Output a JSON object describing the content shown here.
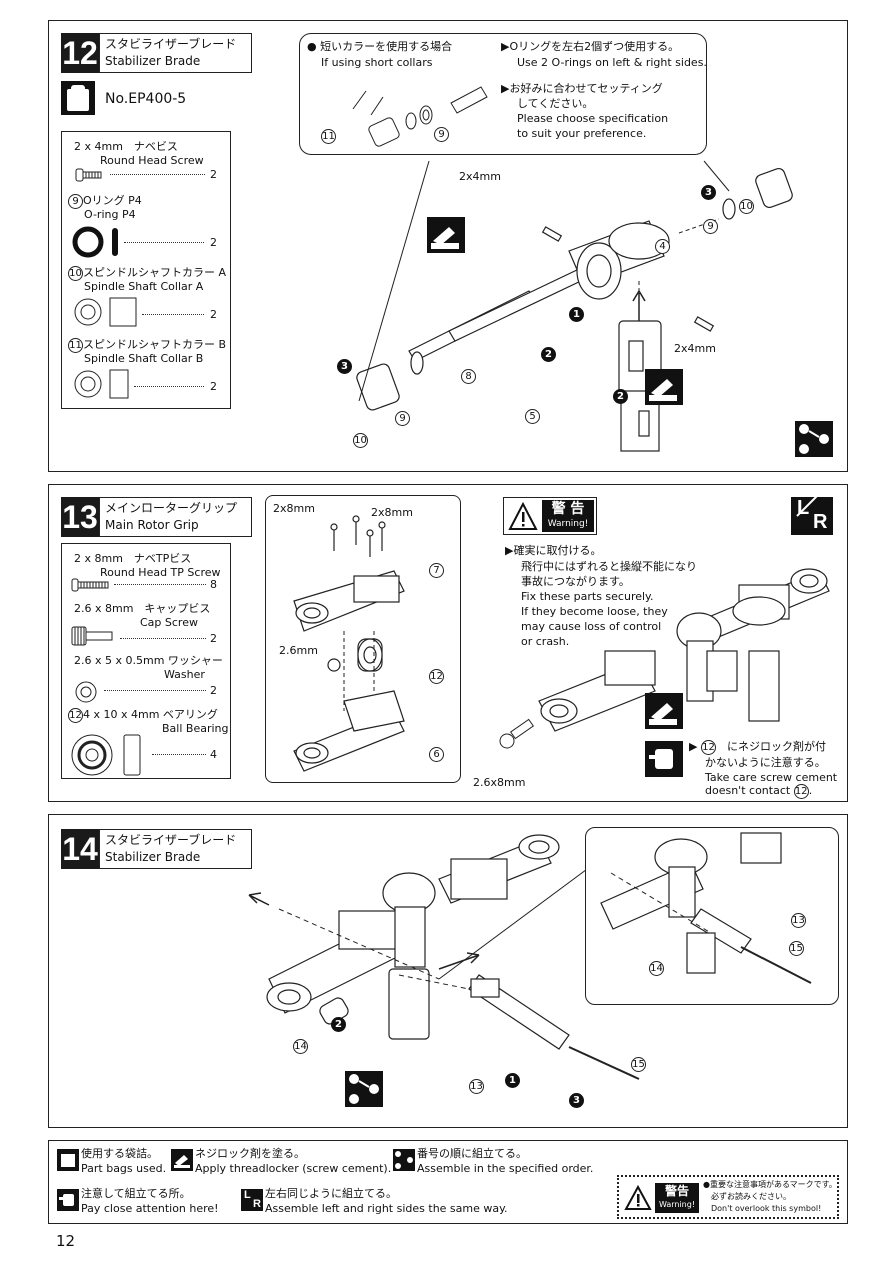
{
  "page_number": "12",
  "step12": {
    "number": "12",
    "title_jp": "スタビライザーブレード",
    "title_en": "Stabilizer Brade",
    "bag": "No.EP400-5",
    "parts": [
      {
        "label_jp": "2 x 4mm　ナベビス",
        "label_en": "Round Head Screw",
        "qty": "2"
      },
      {
        "num": "9",
        "label_jp": "Oリング P4",
        "label_en": "O-ring P4",
        "qty": "2"
      },
      {
        "num": "10",
        "label_jp": "スピンドルシャフトカラー A",
        "label_en": "Spindle Shaft Collar A",
        "qty": "2"
      },
      {
        "num": "11",
        "label_jp": "スピンドルシャフトカラー B",
        "label_en": "Spindle Shaft Collar B",
        "qty": "2"
      }
    ],
    "callout": {
      "bullet_jp": "短いカラーを使用する場合",
      "bullet_en": "If using short collars",
      "note1_jp": "Oリングを左右2個ずつ使用する。",
      "note1_en": "Use 2 O-rings on left & right sides.",
      "note2_jp_1": "お好みに合わせてセッティング",
      "note2_jp_2": "してください。",
      "note2_en_1": "Please choose specification",
      "note2_en_2": "to suit your preference."
    },
    "screw_label_1": "2x4mm",
    "screw_label_2": "2x4mm",
    "part_refs": [
      "11",
      "9",
      "10",
      "9",
      "4",
      "8",
      "5",
      "9",
      "10"
    ],
    "step_refs": [
      "1",
      "2",
      "2",
      "3",
      "3"
    ]
  },
  "step13": {
    "number": "13",
    "title_jp": "メインローターグリップ",
    "title_en": "Main Rotor Grip",
    "parts": [
      {
        "label_jp": "2 x 8mm　ナベTPビス",
        "label_en": "Round Head TP Screw",
        "qty": "8"
      },
      {
        "label_jp": "2.6 x 8mm　キャップビス",
        "label_en": "Cap Screw",
        "qty": "2"
      },
      {
        "label_jp": "2.6 x 5 x 0.5mm ワッシャー",
        "label_en": "Washer",
        "qty": "2"
      },
      {
        "num": "12",
        "label_jp": "4 x 10 x 4mm ベアリング",
        "label_en": "Ball Bearing",
        "qty": "4"
      }
    ],
    "screw_label_a": "2x8mm",
    "screw_label_b": "2x8mm",
    "washer_label": "2.6mm",
    "cap_label": "2.6x8mm",
    "warning_jp": "警 告",
    "warning_en": "Warning!",
    "lr_l": "L",
    "lr_r": "R",
    "warn_text_jp_1": "確実に取付ける。",
    "warn_text_jp_2": "飛行中にはずれると操縦不能になり",
    "warn_text_jp_3": "事故につながります。",
    "warn_text_en_1": "Fix these parts securely.",
    "warn_text_en_2": "If they become loose, they",
    "warn_text_en_3": "may cause loss of control",
    "warn_text_en_4": "or crash.",
    "attn_jp_num": "12",
    "attn_jp_1": "にネジロック剤が付",
    "attn_jp_2": "かないように注意する。",
    "attn_en_1": "Take care screw cement",
    "attn_en_2": "doesn't contact",
    "attn_en_num": "12",
    "part_refs": [
      "7",
      "12",
      "6"
    ]
  },
  "step14": {
    "number": "14",
    "title_jp": "スタビライザーブレード",
    "title_en": "Stabilizer Brade",
    "part_refs": [
      "14",
      "13",
      "15",
      "13",
      "15",
      "14"
    ],
    "step_refs": [
      "2",
      "1",
      "3"
    ]
  },
  "legend": {
    "bag_jp": "使用する袋詰。",
    "bag_en": "Part bags used.",
    "lock_jp": "ネジロック剤を塗る。",
    "lock_en": "Apply threadlocker (screw cement).",
    "order_jp": "番号の順に組立てる。",
    "order_en": "Assemble in the specified order.",
    "attn_jp": "注意して組立てる所。",
    "attn_en": "Pay close attention here!",
    "lr_jp": "左右同じように組立てる。",
    "lr_en": "Assemble left and right sides the same way.",
    "warn_jp": "警告",
    "warn_en": "Warning!",
    "warn_note_jp_1": "●重要な注意事項があるマークです。",
    "warn_note_jp_2": "必ずお読みください。",
    "warn_note_en": "Don't overlook this symbol!"
  }
}
